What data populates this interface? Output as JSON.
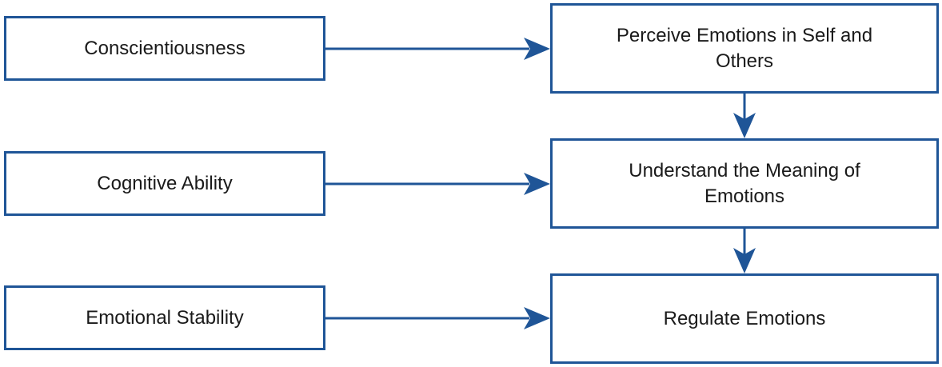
{
  "diagram": {
    "inputs": {
      "conscientiousness": "Conscientiousness",
      "cognitive_ability": "Cognitive Ability",
      "emotional_stability": "Emotional Stability"
    },
    "stages": {
      "perceive": "Perceive Emotions in Self and Others",
      "understand": "Understand the Meaning of Emotions",
      "regulate": "Regulate Emotions"
    },
    "colors": {
      "border": "#1f5597",
      "arrow": "#1f5597",
      "text": "#1a1a1a"
    }
  }
}
